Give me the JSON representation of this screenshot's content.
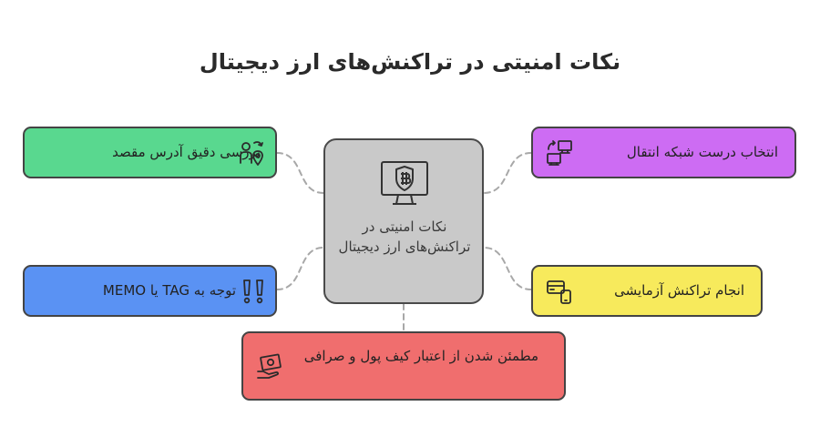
{
  "title": "نکات امنیتی در تراکنش‌های ارز دیجیتال",
  "center": {
    "label": "نکات امنیتی در تراکنش‌های ارز دیجیتال",
    "icon": "bitcoin-shield-monitor-icon"
  },
  "nodes": {
    "address": {
      "label": "بررسی دقیق آدرس مقصد",
      "icon": "person-location-icon",
      "color": "#59d88f"
    },
    "tag": {
      "label": "توجه به TAG یا MEMO",
      "icon": "exclamation-marks-icon",
      "color": "#5a92f3"
    },
    "network": {
      "label": "انتخاب درست شبکه انتقال",
      "icon": "network-transfer-icon",
      "color": "#cd6cf3"
    },
    "test": {
      "label": "انجام تراکنش آزمایشی",
      "icon": "test-transaction-icon",
      "color": "#f7ea5c"
    },
    "wallet": {
      "label": "مطمئن شدن از اعتبار کیف پول و صرافی",
      "icon": "money-hand-icon",
      "color": "#f06e6e"
    }
  }
}
